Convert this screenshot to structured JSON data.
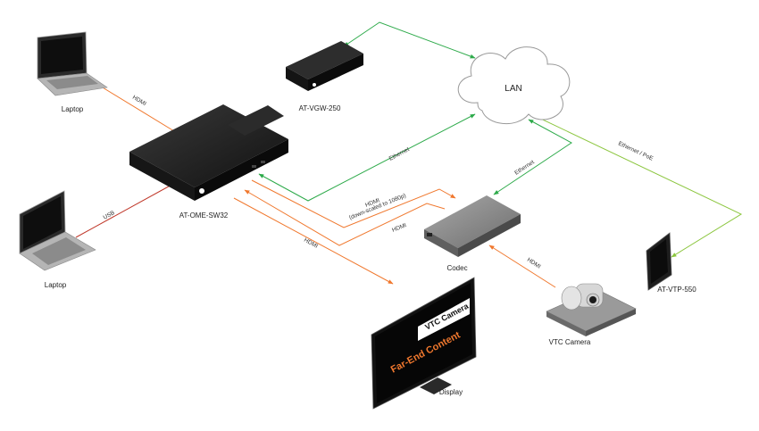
{
  "devices": {
    "laptop_top": "Laptop",
    "laptop_bottom": "Laptop",
    "switcher": "AT-OME-SW32",
    "gateway": "AT-VGW-250",
    "codec": "Codec",
    "camera": "VTC Camera",
    "touch_panel": "AT-VTP-550",
    "display": "Display",
    "lan": "LAN"
  },
  "cables": {
    "laptop_top_hdmi": "HDMI",
    "laptop_bottom_usb": "USB",
    "switcher_lan": "Ethernet",
    "codec_lan": "Ethernet",
    "panel_lan": "Ethernet / PoE",
    "codec_in_line1": "HDMI",
    "codec_in_line2": "(down-scaled to 1080p)",
    "codec_out": "HDMI",
    "display_hdmi": "HDMI",
    "camera_hdmi": "HDMI"
  },
  "screen": {
    "pip_label": "VTC Camera",
    "main_label": "Far-End Content"
  },
  "colors": {
    "hdmi": "#f0782e",
    "usb": "#c0392b",
    "ethernet": "#2daa4a",
    "poe": "#8cc63f"
  }
}
